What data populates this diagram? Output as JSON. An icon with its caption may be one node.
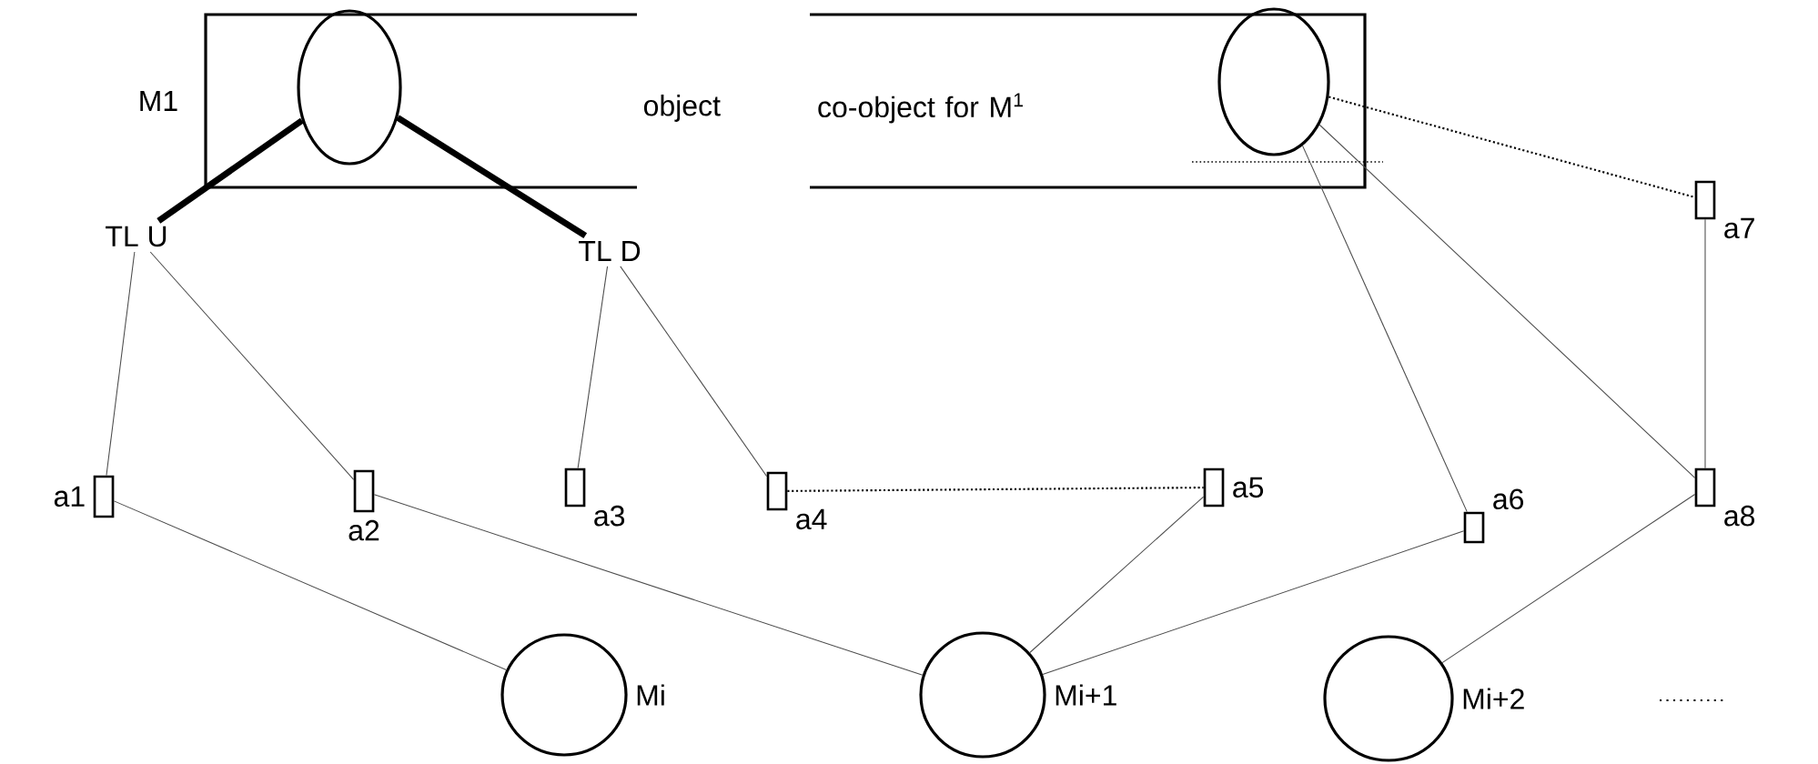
{
  "diagram": {
    "nodes": [
      {
        "text": [
          "object"
        ],
        "beside": [
          "M1"
        ]
      },
      {
        "text": [
          "co-object for M$^{1}$"
        ]
      },
      {
        "text": [],
        "shape": "circle",
        "in": 0
      },
      {
        "text": [],
        "shape": "circle",
        "in": 1
      },
      {
        "text": [
          "TL U"
        ]
      },
      {
        "text": [
          "TL D"
        ]
      },
      {
        "text": [],
        "shape": "box",
        "beside": [
          "a1"
        ]
      },
      {
        "text": [],
        "shape": "box",
        "beside": [
          "a2"
        ]
      },
      {
        "text": [],
        "shape": "box",
        "beside": [
          "a3"
        ]
      },
      {
        "text": [],
        "shape": "box",
        "beside": [
          "a4"
        ]
      },
      {
        "text": [],
        "shape": "box",
        "beside": [
          "a5"
        ]
      },
      {
        "text": [],
        "shape": "box",
        "beside": [
          "a6"
        ]
      },
      {
        "text": [],
        "shape": "box",
        "beside": [
          "a7"
        ]
      },
      {
        "text": [],
        "shape": "box",
        "beside": [
          "a8"
        ]
      },
      {
        "text": [],
        "shape": "circle",
        "beside": [
          "Mi"
        ]
      },
      {
        "text": [],
        "shape": "circle",
        "beside": [
          "Mi+1"
        ]
      },
      {
        "text": [],
        "shape": "circle",
        "beside": [
          "Mi+2"
        ]
      }
    ],
    "edges": [
      {
        "from": 2,
        "to": 4,
        "arrow": "none",
        "style": "thick"
      },
      {
        "from": 2,
        "to": 5,
        "arrow": "none",
        "style": "thick"
      },
      {
        "from": 4,
        "to": 6,
        "arrow": "none"
      },
      {
        "from": 4,
        "to": 7,
        "arrow": "none"
      },
      {
        "from": 5,
        "to": 8,
        "arrow": "none"
      },
      {
        "from": 5,
        "to": 9,
        "arrow": "none"
      },
      {
        "from": 9,
        "to": 10,
        "arrow": "none",
        "style": "dashed"
      },
      {
        "from": 3,
        "to": 12,
        "arrow": "none",
        "style": "dashed"
      },
      {
        "from": 3,
        "to": 11,
        "arrow": "none"
      },
      {
        "from": 3,
        "to": 13,
        "arrow": "none"
      },
      {
        "from": 12,
        "to": 13,
        "arrow": "none"
      },
      {
        "from": 6,
        "to": 14,
        "arrow": "none"
      },
      {
        "from": 7,
        "to": 15,
        "arrow": "none"
      },
      {
        "from": 10,
        "to": 15,
        "arrow": "none"
      },
      {
        "from": 11,
        "to": 15,
        "arrow": "none"
      },
      {
        "from": 13,
        "to": 16,
        "arrow": "none"
      }
    ]
  }
}
